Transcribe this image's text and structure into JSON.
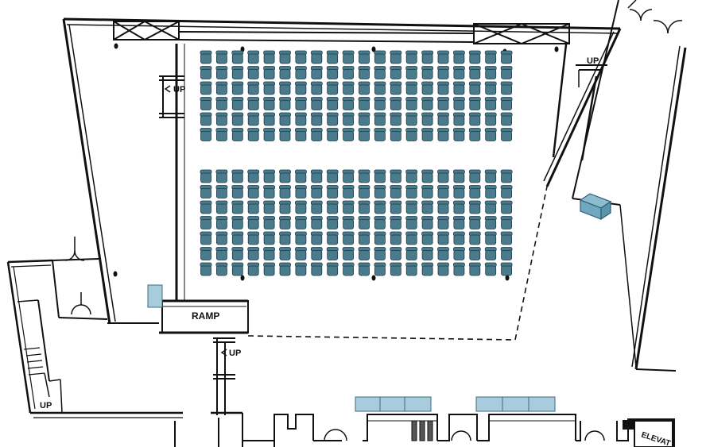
{
  "plan": {
    "labels": {
      "up_left_stair": "UP",
      "up_right_stair": "UP",
      "up_ramp_stair": "UP",
      "up_bottom_left": "UP",
      "ramp": "RAMP",
      "elevator": "ELEVAT"
    },
    "seating": {
      "columns": 20,
      "front_block_rows": 6,
      "rear_block_rows": 7,
      "seat_color": "#4a7b8c",
      "seat_outline": "#1d3b47"
    },
    "colors": {
      "wall": "#111111",
      "furniture_fill": "#a8ccdc",
      "furniture_stroke": "#3c6a7e",
      "podium_fill": "#6fa8bf"
    }
  }
}
